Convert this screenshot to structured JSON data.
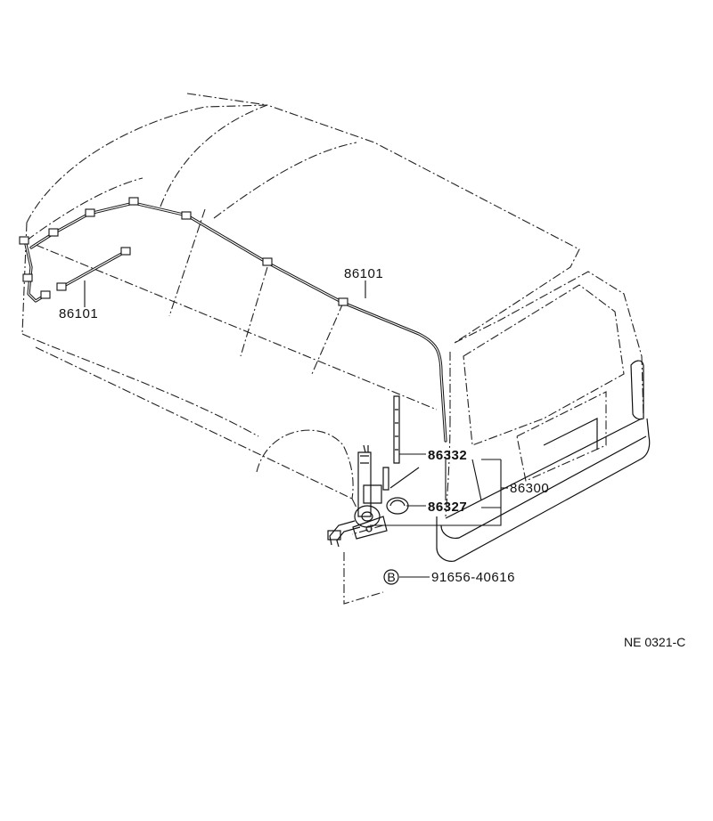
{
  "labels": {
    "cable_front": "86101",
    "cable_roof": "86101",
    "antenna_rod": "86332",
    "antenna_nut": "86327",
    "antenna_assy": "86300",
    "bolt_symbol": "B",
    "bolt": "91656-40616",
    "figure_code": "NE 0321-C"
  }
}
